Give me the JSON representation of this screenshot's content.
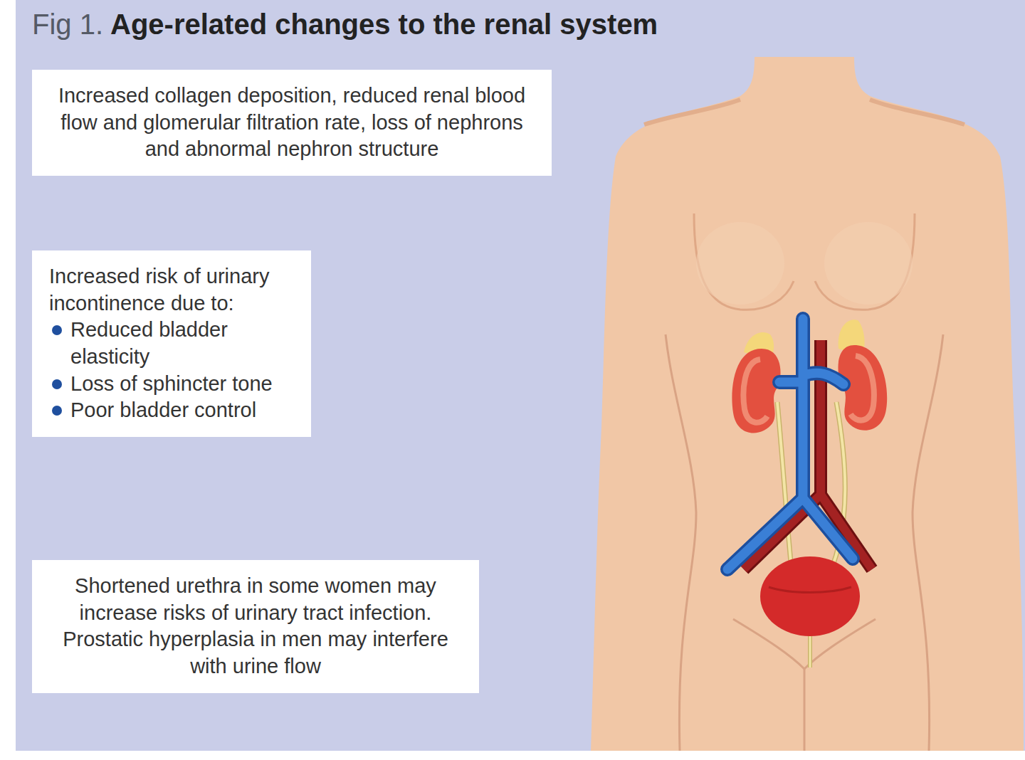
{
  "diagram": {
    "title": "Age-related changes to the renal system",
    "nodes": [
      {
        "text": [
          "Increased collagen deposition, reduced renal blood flow and glomerular filtration rate, loss of nephrons and abnormal nephron structure"
        ]
      },
      {
        "text": [
          "Increased risk of urinary incontinence due to:",
          "Reduced bladder elasticity",
          "Loss of sphincter tone",
          "Poor bladder control"
        ]
      },
      {
        "text": [
          "Shortened urethra in some women may increase risks of urinary tract infection. Prostatic hyperplasia in men may interfere with urine flow"
        ]
      }
    ],
    "labels": [
      "Fig 1."
    ]
  }
}
